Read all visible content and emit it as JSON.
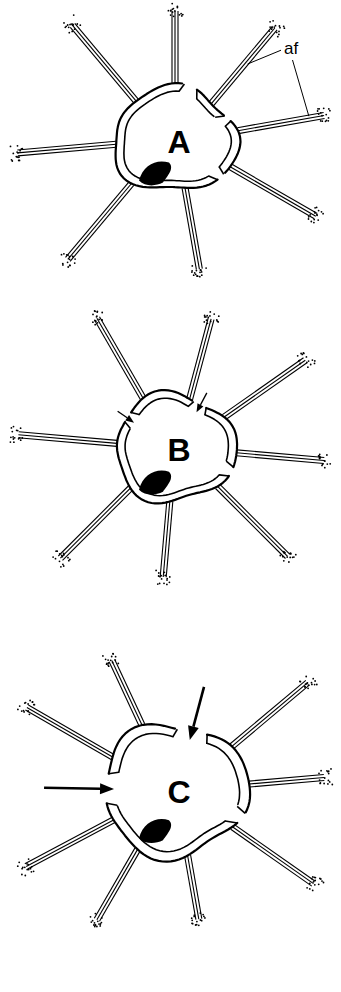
{
  "diagram": {
    "labels": [
      "af",
      "A",
      "B",
      "C"
    ]
  }
}
